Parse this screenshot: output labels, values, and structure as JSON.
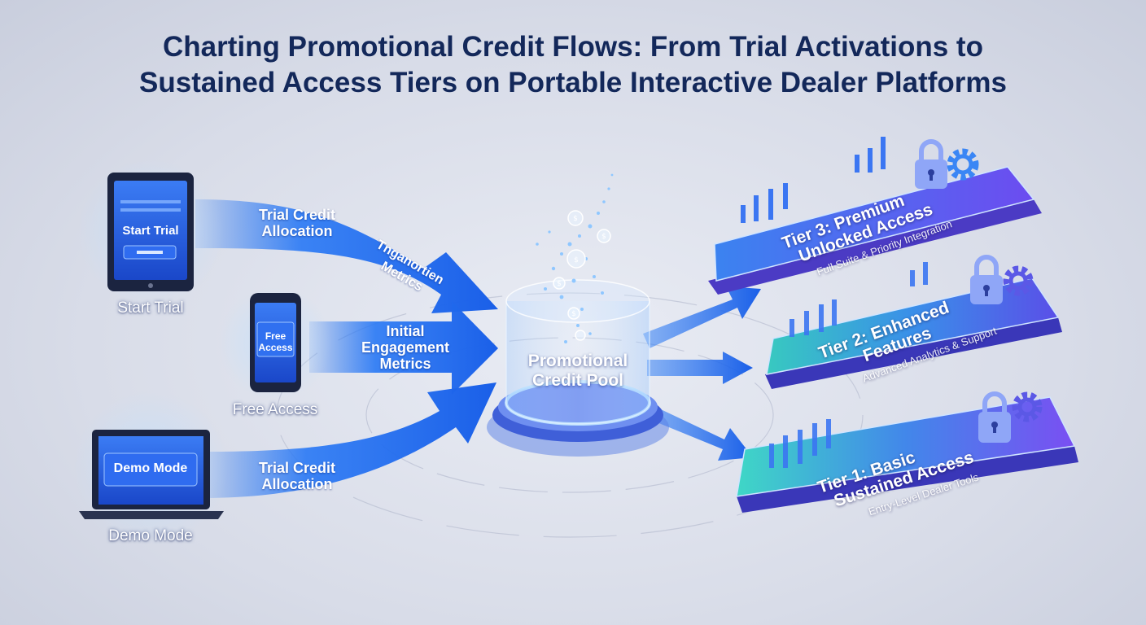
{
  "title": {
    "line1": "Charting Promotional Credit Flows: From Trial Activations to",
    "line2": "Sustained Access Tiers on Portable Interactive Dealer Platforms"
  },
  "sources": [
    {
      "screen_text": "Start Trial",
      "caption": "Start Trial",
      "device": "tablet-icon"
    },
    {
      "screen_text_line1": "Free",
      "screen_text_line2": "Access",
      "caption": "Free Access",
      "device": "phone-icon"
    },
    {
      "screen_text": "Demo Mode",
      "caption": "Demo Mode",
      "device": "laptop-icon"
    }
  ],
  "flows": {
    "top_line1": "Trial Credit",
    "top_line2": "Allocation",
    "top_secondary_line1": "Tnganortien",
    "top_secondary_line2": "Metrics",
    "middle_line1": "Initial",
    "middle_line2": "Engagement",
    "middle_line3": "Metrics",
    "bottom_line1": "Trial Credit",
    "bottom_line2": "Allocation"
  },
  "pool": {
    "line1": "Promotional",
    "line2": "Credit Pool",
    "icons": [
      "dollar-coin-icon"
    ]
  },
  "tiers": [
    {
      "title_line1": "Tier 3: Premium",
      "title_line2": "Unlocked Access",
      "subtitle": "Full Suite & Priority Integration",
      "icons": [
        "lock-icon",
        "gear-icon",
        "bar-chart-icon"
      ]
    },
    {
      "title_line1": "Tier 2: Enhanced",
      "title_line2": "Features",
      "subtitle": "Advanced Analytics & Support",
      "icons": [
        "lock-icon",
        "gear-icon",
        "bar-chart-icon"
      ]
    },
    {
      "title_line1": "Tier 1: Basic",
      "title_line2": "Sustained Access",
      "subtitle": "Entry-Level Dealer Tools",
      "icons": [
        "lock-icon",
        "gear-icon",
        "bar-chart-icon"
      ]
    }
  ],
  "colors": {
    "flow_blue": "#1f6ff2",
    "title_navy": "#13285a",
    "tier_teal": "#3fd3c4",
    "tier_violet": "#6a4ff2"
  }
}
